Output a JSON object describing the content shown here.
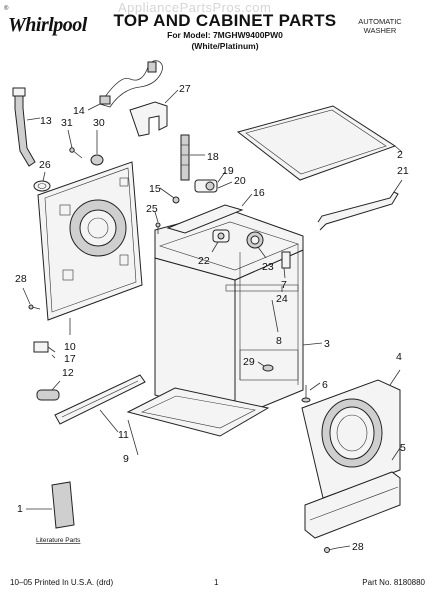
{
  "header": {
    "brand": "Whirlpool",
    "brand_mark": "®",
    "title": "TOP AND CABINET PARTS",
    "model_line": "For Model: 7MGHW9400PW0",
    "color_line": "(White/Platinum)",
    "product_line1": "AUTOMATIC",
    "product_line2": "WASHER",
    "watermark": "AppliancePartsPros.com"
  },
  "diagram": {
    "literature_label": "Literature Parts",
    "callouts": [
      "1",
      "2",
      "3",
      "4",
      "5",
      "6",
      "7",
      "8",
      "9",
      "10",
      "11",
      "12",
      "13",
      "14",
      "15",
      "16",
      "17",
      "18",
      "19",
      "20",
      "21",
      "22",
      "23",
      "24",
      "25",
      "26",
      "27",
      "28",
      "28",
      "29",
      "30",
      "31"
    ]
  },
  "footer": {
    "left": "10–05 Printed In U.S.A. (drd)",
    "center": "1",
    "right": "Part No. 8180880"
  }
}
